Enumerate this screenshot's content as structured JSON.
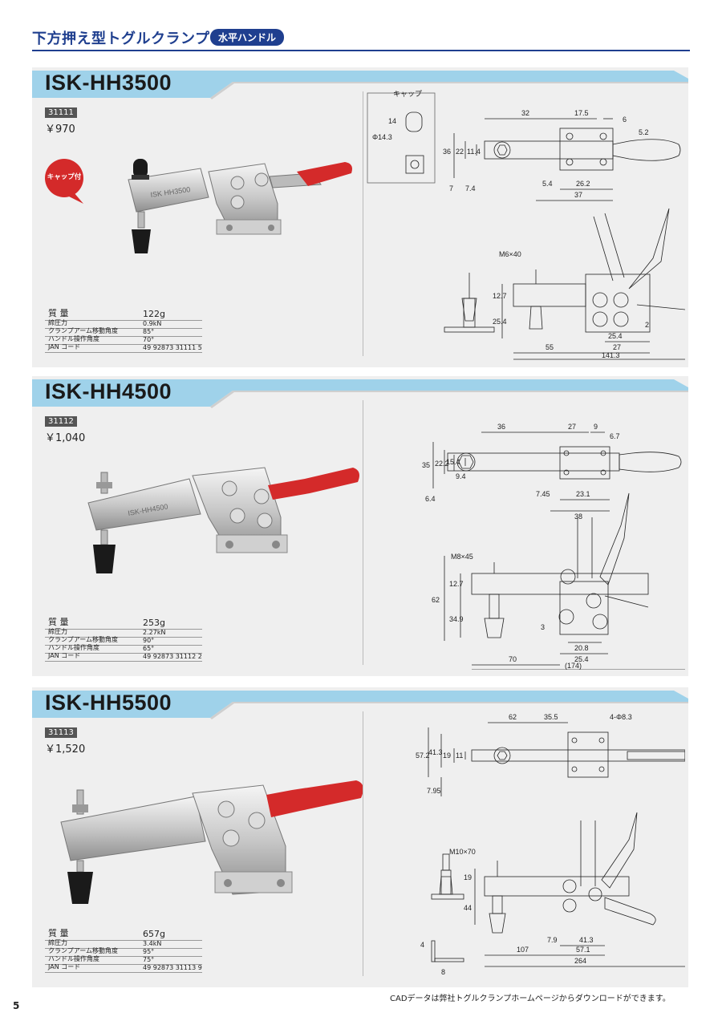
{
  "header": {
    "title": "下方押え型トグルクランプ",
    "badge": "水平ハンドル"
  },
  "spec_labels": {
    "weight": "質 量",
    "force": "締圧力",
    "arm_angle": "クランプアーム移動角度",
    "handle_angle": "ハンドル操作角度",
    "jan": "JAN コード"
  },
  "cap_badge": "キャップ付",
  "products": [
    {
      "model": "ISK-HH3500",
      "code": "31111",
      "price": "￥970",
      "photo_label": "ISK HH3500",
      "specs": {
        "weight": "122g",
        "force": "0.9kN",
        "arm_angle": "85°",
        "handle_angle": "70°",
        "jan": "49 92873 31111 5"
      },
      "drawing": {
        "cap_label": "キャップ",
        "cap_dims": [
          "14",
          "Φ14.3"
        ],
        "top_dims": [
          "32",
          "17.5",
          "6",
          "5.2",
          "36",
          "22",
          "11.4",
          "7",
          "7.4",
          "5.4",
          "26.2",
          "37"
        ],
        "bolt": "M6×40",
        "side_dims": [
          "12.7",
          "25.4",
          "2",
          "25.4",
          "27",
          "55",
          "141.3"
        ]
      }
    },
    {
      "model": "ISK-HH4500",
      "code": "31112",
      "price": "￥1,040",
      "photo_label": "ISK-HH4500",
      "specs": {
        "weight": "253g",
        "force": "2.27kN",
        "arm_angle": "90°",
        "handle_angle": "65°",
        "jan": "49 92873 31112 2"
      },
      "drawing": {
        "top_dims": [
          "36",
          "27",
          "9",
          "6.7",
          "35",
          "22.2",
          "15.4",
          "9.4",
          "6.4",
          "7.45",
          "23.1",
          "38"
        ],
        "bolt": "M8×45",
        "side_dims": [
          "62",
          "12.7",
          "34.9",
          "3",
          "20.8",
          "25.4",
          "70",
          "(174)"
        ]
      }
    },
    {
      "model": "ISK-HH5500",
      "code": "31113",
      "price": "￥1,520",
      "photo_label": "",
      "specs": {
        "weight": "657g",
        "force": "3.4kN",
        "arm_angle": "95°",
        "handle_angle": "75°",
        "jan": "49 92873 31113 9"
      },
      "drawing": {
        "top_dims": [
          "62",
          "35.5",
          "4-Φ8.3",
          "57.2",
          "41.3",
          "19",
          "11",
          "7.95"
        ],
        "bolt": "M10×70",
        "side_dims": [
          "19",
          "44",
          "4",
          "8",
          "7.9",
          "41.3",
          "107",
          "57.1",
          "264"
        ]
      }
    }
  ],
  "footer": {
    "cad_note": "CADデータは弊社トグルクランプホームページからダウンロードができます。",
    "page_number": "5"
  },
  "colors": {
    "brand_blue": "#1f3f8f",
    "band_blue": "#9fd2ea",
    "handle_red": "#d42a2a",
    "panel_gray": "#efefef"
  }
}
